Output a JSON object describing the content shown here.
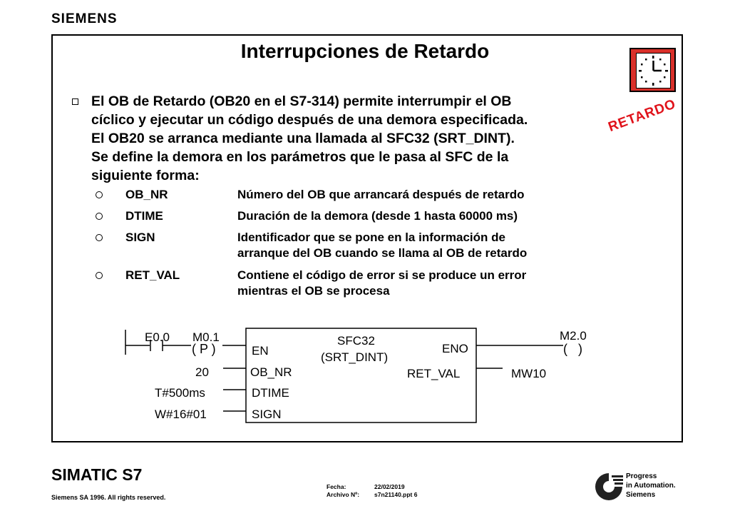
{
  "header": {
    "brand": "SIEMENS"
  },
  "slide": {
    "title": "Interrupciones de Retardo",
    "intro_lines": [
      "El OB de Retardo (OB20 en el S7-314) permite interrumpir el OB",
      "cíclico y ejecutar un código después de una demora especificada.",
      "El OB20 se arranca mediante una llamada al SFC32 (SRT_DINT).",
      "Se define la demora en los parámetros que le pasa al SFC de la",
      "siguiente forma:"
    ],
    "params": [
      {
        "name": "OB_NR",
        "desc": [
          "Número del OB que arrancará después de retardo"
        ]
      },
      {
        "name": "DTIME",
        "desc": [
          "Duración de la demora (desde 1 hasta 60000 ms)"
        ]
      },
      {
        "name": "SIGN",
        "desc": [
          "Identificador que se pone en la información de",
          "arranque del OB cuando se llama al OB de retardo"
        ]
      },
      {
        "name": "RET_VAL",
        "desc": [
          "Contiene el código de error si se produce un error",
          "mientras el OB se procesa"
        ]
      }
    ],
    "badge": "RETARDO"
  },
  "diagram": {
    "contact_e": "E0.0",
    "contact_m": "M0.1",
    "p_coil": "( P )",
    "block_name": "SFC32",
    "block_sub": "(SRT_DINT)",
    "pin_en": "EN",
    "pin_eno": "ENO",
    "pin_ob_nr": "OB_NR",
    "pin_dtime": "DTIME",
    "pin_sign": "SIGN",
    "pin_ret_val": "RET_VAL",
    "in_ob_nr": "20",
    "in_dtime": "T#500ms",
    "in_sign": "W#16#01",
    "out_ret_val": "MW10",
    "coil_addr": "M2.0",
    "coil": "(   )"
  },
  "footer": {
    "product": "SIMATIC S7",
    "copyright": "Siemens SA 1996. All rights reserved.",
    "date_label": "Fecha:",
    "date_value": "22/02/2019",
    "file_label": "Archivo Nº:",
    "file_value": "s7n21140.ppt 6",
    "progress_lines": [
      "Progress",
      "in Automation.",
      "Siemens"
    ]
  }
}
